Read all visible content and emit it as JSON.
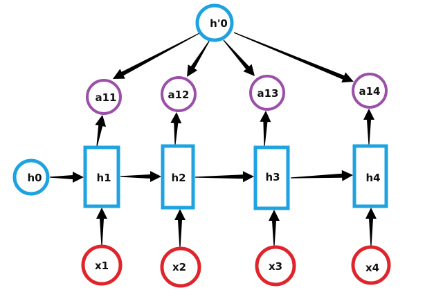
{
  "diagram": {
    "title": "",
    "colors": {
      "initial_state": "#1ea3e0",
      "hidden_state": "#1ea3e0",
      "attention": "#9b4fa8",
      "input": "#e0242c",
      "arrow": "#000000"
    },
    "nodes": {
      "decoder_state": {
        "id": "h0p",
        "label": "h'0",
        "kind": "circle",
        "role": "initial_state"
      },
      "initial_state": {
        "id": "h0",
        "label": "h0",
        "kind": "circle",
        "role": "initial_state"
      },
      "hidden": [
        {
          "id": "h1",
          "label": "h1",
          "kind": "rect",
          "role": "hidden_state"
        },
        {
          "id": "h2",
          "label": "h2",
          "kind": "rect",
          "role": "hidden_state"
        },
        {
          "id": "h3",
          "label": "h3",
          "kind": "rect",
          "role": "hidden_state"
        },
        {
          "id": "h4",
          "label": "h4",
          "kind": "rect",
          "role": "hidden_state"
        }
      ],
      "attention": [
        {
          "id": "a11",
          "label": "a11",
          "kind": "circle",
          "role": "attention"
        },
        {
          "id": "a12",
          "label": "a12",
          "kind": "circle",
          "role": "attention"
        },
        {
          "id": "a13",
          "label": "a13",
          "kind": "circle",
          "role": "attention"
        },
        {
          "id": "a14",
          "label": "a14",
          "kind": "circle",
          "role": "attention"
        }
      ],
      "inputs": [
        {
          "id": "x1",
          "label": "x1",
          "kind": "circle",
          "role": "input"
        },
        {
          "id": "x2",
          "label": "x2",
          "kind": "circle",
          "role": "input"
        },
        {
          "id": "x3",
          "label": "x3",
          "kind": "circle",
          "role": "input"
        },
        {
          "id": "x4",
          "label": "x4",
          "kind": "circle",
          "role": "input"
        }
      ]
    },
    "edges": [
      {
        "from": "h0",
        "to": "h1"
      },
      {
        "from": "h1",
        "to": "h2"
      },
      {
        "from": "h2",
        "to": "h3"
      },
      {
        "from": "h3",
        "to": "h4"
      },
      {
        "from": "x1",
        "to": "h1"
      },
      {
        "from": "x2",
        "to": "h2"
      },
      {
        "from": "x3",
        "to": "h3"
      },
      {
        "from": "x4",
        "to": "h4"
      },
      {
        "from": "h1",
        "to": "a11"
      },
      {
        "from": "h2",
        "to": "a12"
      },
      {
        "from": "h3",
        "to": "a13"
      },
      {
        "from": "h4",
        "to": "a14"
      },
      {
        "from": "h0p",
        "to": "a11"
      },
      {
        "from": "h0p",
        "to": "a12"
      },
      {
        "from": "h0p",
        "to": "a13"
      },
      {
        "from": "h0p",
        "to": "a14"
      }
    ]
  }
}
